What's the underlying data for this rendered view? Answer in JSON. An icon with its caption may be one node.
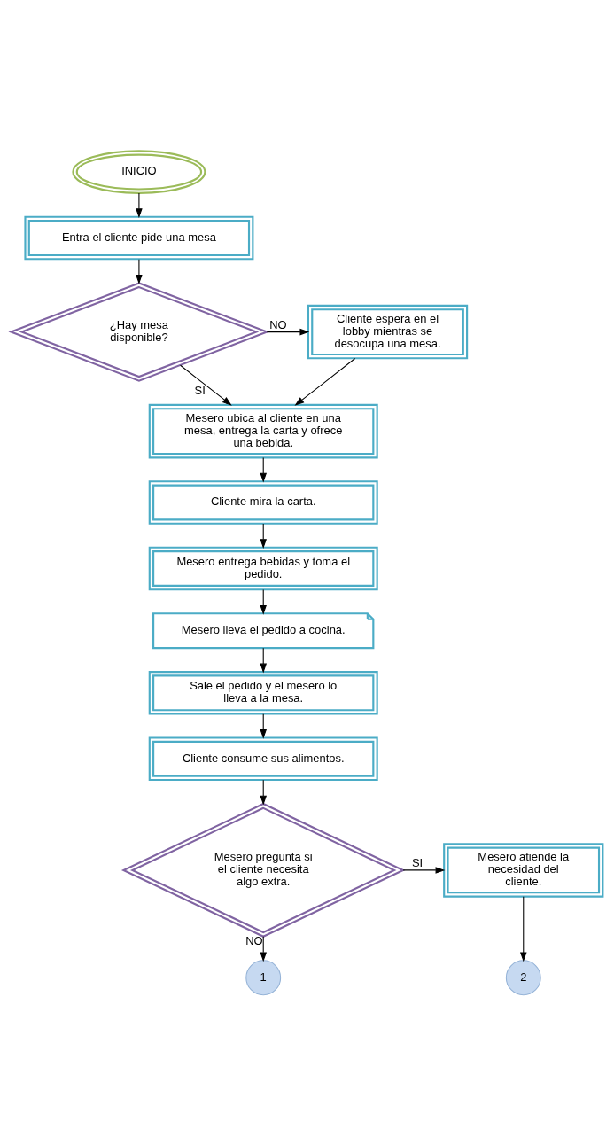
{
  "diagram": {
    "nodes": [
      {
        "text": [
          "INICIO"
        ]
      },
      {
        "text": [
          "Entra el cliente pide una mesa"
        ]
      },
      {
        "text": [
          "¿Hay mesa disponible?"
        ]
      },
      {
        "text": [
          "Cliente espera en el lobby mientras se desocupa una mesa."
        ]
      },
      {
        "text": [
          "Mesero ubica al cliente en una mesa, entrega la carta y ofrece una bebida."
        ]
      },
      {
        "text": [
          "Cliente mira la carta."
        ]
      },
      {
        "text": [
          "Mesero entrega bebidas y toma el pedido."
        ]
      },
      {
        "text": [
          "Mesero lleva el pedido a cocina."
        ]
      },
      {
        "text": [
          "Sale el pedido y el mesero lo lleva a la mesa."
        ]
      },
      {
        "text": [
          "Cliente consume sus alimentos."
        ]
      },
      {
        "text": [
          "Mesero pregunta si el cliente necesita algo extra."
        ]
      },
      {
        "text": [
          "Mesero atiende la necesidad del cliente."
        ]
      },
      {
        "text": [
          "1"
        ]
      },
      {
        "text": [
          "2"
        ]
      }
    ],
    "edges": [
      {
        "from": 0,
        "to": 1,
        "arrow": "to"
      },
      {
        "from": 1,
        "to": 2,
        "arrow": "to"
      },
      {
        "from": 2,
        "to": 3,
        "arrow": "to",
        "label": "NO"
      },
      {
        "from": 2,
        "to": 4,
        "arrow": "to",
        "label": "SI"
      },
      {
        "from": 3,
        "to": 4,
        "arrow": "to"
      },
      {
        "from": 4,
        "to": 5,
        "arrow": "to"
      },
      {
        "from": 5,
        "to": 6,
        "arrow": "to"
      },
      {
        "from": 6,
        "to": 7,
        "arrow": "to"
      },
      {
        "from": 7,
        "to": 8,
        "arrow": "to"
      },
      {
        "from": 8,
        "to": 9,
        "arrow": "to"
      },
      {
        "from": 9,
        "to": 10,
        "arrow": "to"
      },
      {
        "from": 10,
        "to": 11,
        "arrow": "to",
        "label": "SI"
      },
      {
        "from": 10,
        "to": 12,
        "arrow": "to",
        "label": "NO"
      },
      {
        "from": 11,
        "to": 13,
        "arrow": "to"
      }
    ]
  }
}
